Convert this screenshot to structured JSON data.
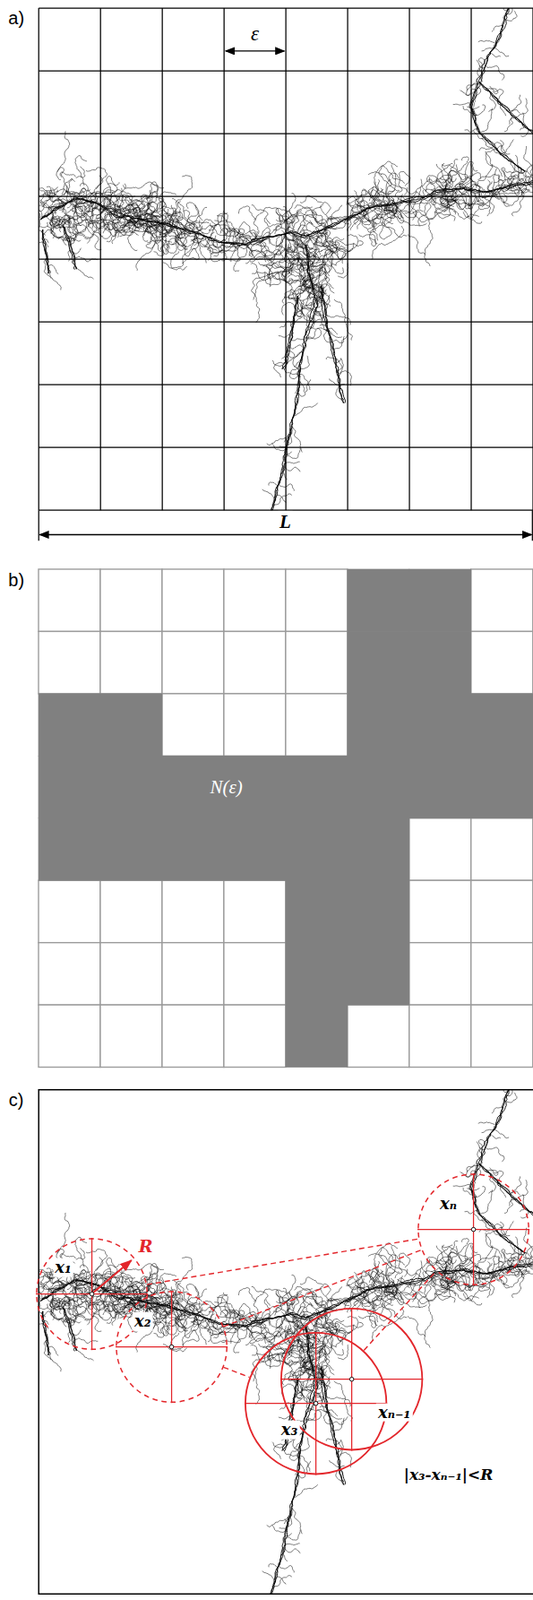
{
  "diagram": {
    "nodes": [
      {
        "text": [
          "N(ε)"
        ]
      },
      {
        "text": [
          "x₁"
        ]
      },
      {
        "text": [
          "x₂"
        ]
      },
      {
        "text": [
          "x₃"
        ]
      },
      {
        "text": [
          "xₙ₋₁"
        ]
      },
      {
        "text": [
          "xₙ"
        ]
      }
    ],
    "edges": [
      {
        "from": 1,
        "to": 5,
        "arrow": "none"
      },
      {
        "from": 2,
        "to": 5,
        "arrow": "none"
      },
      {
        "from": 3,
        "to": 5,
        "arrow": "none"
      },
      {
        "from": 2,
        "to": 3,
        "arrow": "none"
      }
    ],
    "labels": [
      "a)",
      "ε",
      "L",
      "b)",
      "c)",
      "R",
      "|x₃-xₙ₋₁|<R"
    ]
  }
}
